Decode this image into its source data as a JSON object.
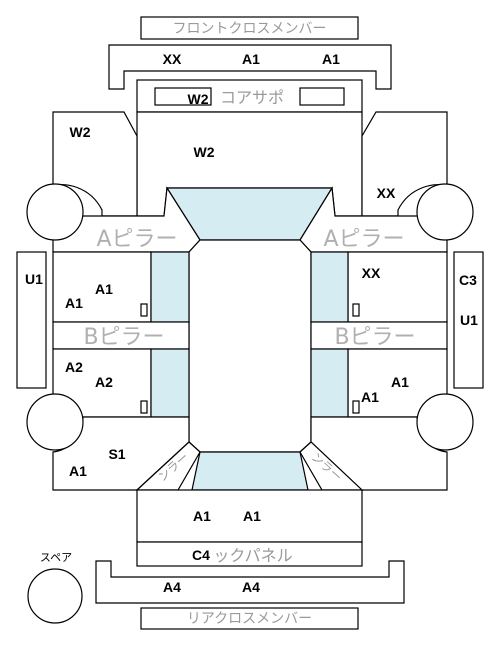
{
  "labels": {
    "front_cross_member": "フロントクロスメンバー",
    "core_support": "コアサポ",
    "a_pillar_left": "Aピラー",
    "a_pillar_right": "Aピラー",
    "b_pillar_left": "Bピラー",
    "b_pillar_right": "Bピラー",
    "back_panel": "ックパネル",
    "rear_cross_member": "リアクロスメンバー",
    "spare": "スペア",
    "c_pillar_left": "ンラー",
    "c_pillar_right": "ンラー"
  },
  "codes": {
    "front_cm_1": "XX",
    "front_cm_2": "A1",
    "front_cm_3": "A1",
    "core_support": "W2",
    "hood": "W2",
    "left_fender": "W2",
    "right_fender": "XX",
    "left_front_door_1": "A1",
    "left_front_door_2": "A1",
    "right_front_door": "XX",
    "left_rocker_front": "U1",
    "right_rocker_1": "C3",
    "right_rocker_2": "U1",
    "left_rear_door_1": "A2",
    "left_rear_door_2": "A2",
    "right_rear_door_1": "A1",
    "right_rear_door_2": "A1",
    "left_quarter_1": "S1",
    "left_quarter_2": "A1",
    "trunk_1": "A1",
    "trunk_2": "A1",
    "back_panel": "C4",
    "rear_cm_1": "A4",
    "rear_cm_2": "A4"
  }
}
